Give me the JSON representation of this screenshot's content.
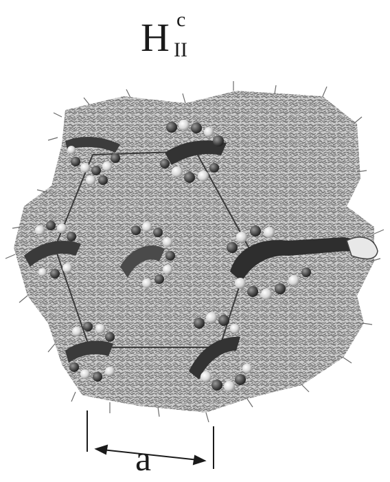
{
  "figure": {
    "title_base": "H",
    "title_superscript": "c",
    "title_subscript": "II",
    "dimension_label": "a"
  }
}
